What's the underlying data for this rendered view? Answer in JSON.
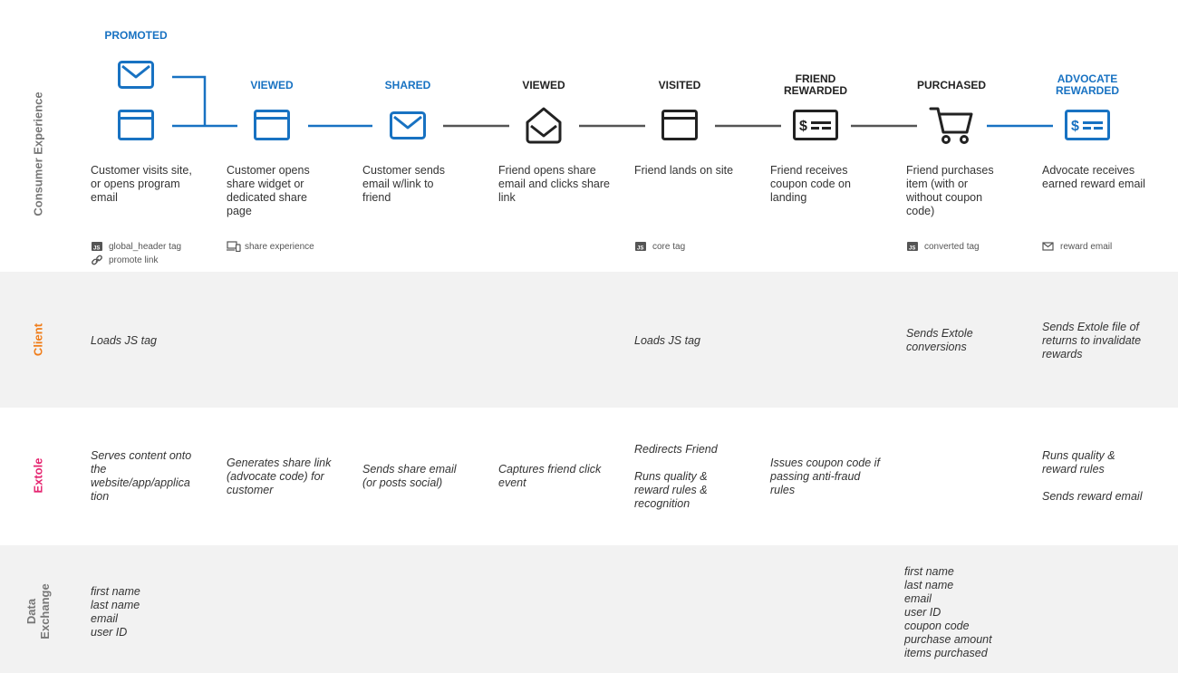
{
  "rows": {
    "consumer_experience": "Consumer Experience",
    "client": "Client",
    "extole": "Extole",
    "data_exchange_line1": "Data",
    "data_exchange_line2": "Exchange"
  },
  "colors": {
    "blue": "#1872c2",
    "dark": "#222222",
    "client": "#f07d1a",
    "extole": "#e5246f",
    "gray_label": "#777777"
  },
  "stages": [
    {
      "title": "PROMOTED",
      "desc": "Customer visits site, or opens program email",
      "icons": [
        "envelope-icon",
        "browser-icon"
      ],
      "tags": [
        {
          "icon": "js-icon",
          "label": "global_header tag"
        },
        {
          "icon": "link-icon",
          "label": "promote link"
        }
      ]
    },
    {
      "title": "VIEWED",
      "desc": "Customer opens share widget or dedicated share page",
      "icons": [
        "browser-icon"
      ],
      "tags": [
        {
          "icon": "devices-icon",
          "label": "share experience"
        }
      ]
    },
    {
      "title": "SHARED",
      "desc": "Customer sends email w/link to friend",
      "icons": [
        "envelope-icon"
      ],
      "tags": []
    },
    {
      "title": "VIEWED",
      "desc": "Friend opens share email and clicks share link",
      "icons": [
        "open-envelope-icon"
      ],
      "tags": []
    },
    {
      "title": "VISITED",
      "desc": "Friend lands on site",
      "icons": [
        "browser-icon"
      ],
      "tags": [
        {
          "icon": "js-icon",
          "label": "core tag"
        }
      ]
    },
    {
      "title_line1": "FRIEND",
      "title_line2": "REWARDED",
      "desc": "Friend receives coupon code on landing",
      "icons": [
        "reward-icon"
      ],
      "tags": []
    },
    {
      "title": "PURCHASED",
      "desc": "Friend purchases item (with or without coupon code)",
      "icons": [
        "cart-icon"
      ],
      "tags": [
        {
          "icon": "js-icon",
          "label": "converted tag"
        }
      ]
    },
    {
      "title_line1": "ADVOCATE",
      "title_line2": "REWARDED",
      "desc": "Advocate receives earned reward email",
      "icons": [
        "reward-icon"
      ],
      "tags": [
        {
          "icon": "envelope-icon",
          "label": "reward email"
        }
      ]
    }
  ],
  "client_row": {
    "promoted": "Loads JS tag",
    "visited": "Loads JS tag",
    "purchased": "Sends Extole conversions",
    "advocate_rewarded": "Sends Extole file of returns to invalidate rewards"
  },
  "extole_row": {
    "promoted": "Serves content onto the website/app/applica tion",
    "viewed": "Generates share link (advocate code) for customer",
    "shared": "Sends share email (or posts social)",
    "friend_viewed": "Captures friend click event",
    "visited_1": "Redirects Friend",
    "visited_2": "Runs quality & reward rules & recognition",
    "friend_rewarded": "Issues coupon code if passing anti-fraud rules",
    "advocate_rewarded_1": "Runs quality & reward rules",
    "advocate_rewarded_2": "Sends reward email"
  },
  "data_exchange": {
    "promoted": [
      "first name",
      "last name",
      "email",
      "user ID"
    ],
    "purchased": [
      "first name",
      "last name",
      "email",
      "user ID",
      "coupon code",
      "purchase amount",
      "items purchased"
    ]
  }
}
